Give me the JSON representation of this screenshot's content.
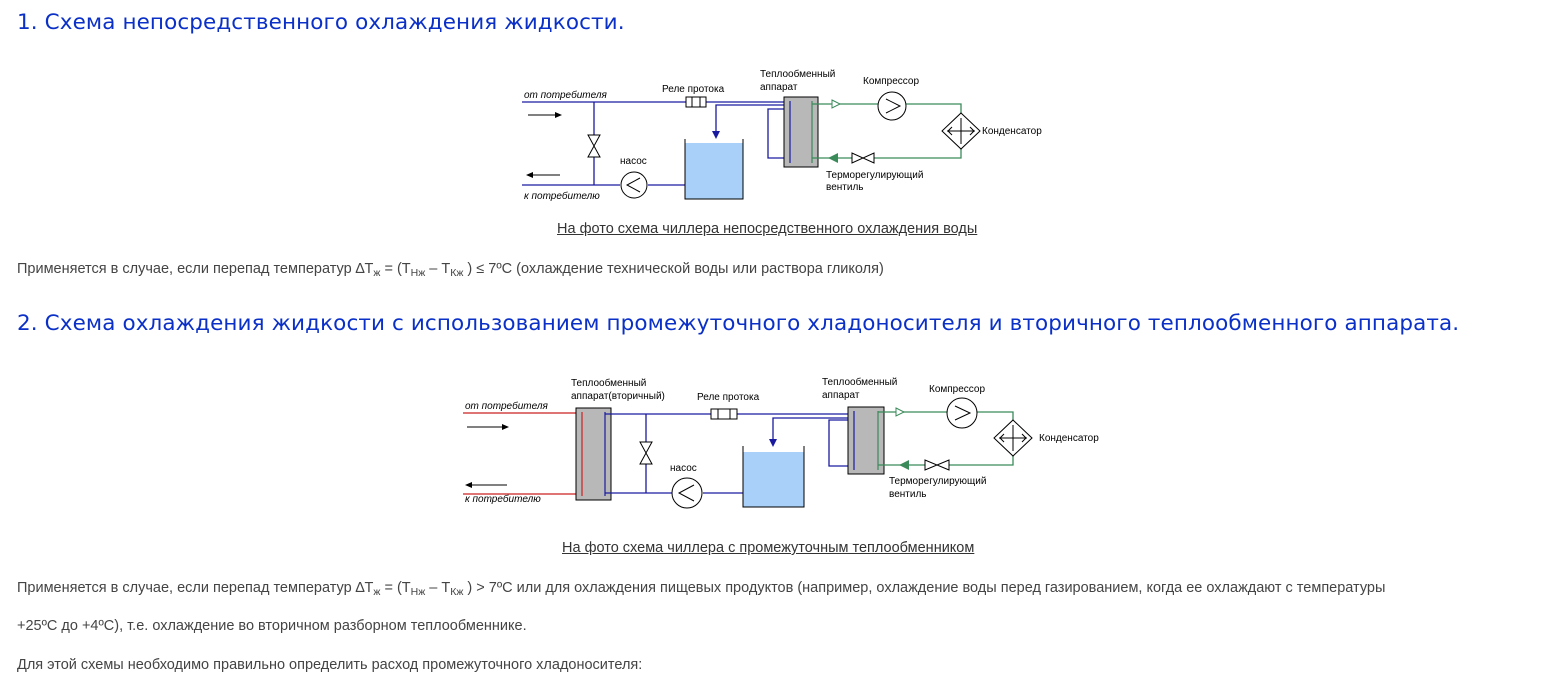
{
  "section1": {
    "heading": "1. Схема непосредственного охлаждения жидкости.",
    "diagram": {
      "from_consumer": "от потребителя",
      "to_consumer": "к потребителю",
      "flow_relay": "Реле протока",
      "exchanger_l1": "Теплообменный",
      "exchanger_l2": "аппарат",
      "compressor": "Компрессор",
      "condenser": "Конденсатор",
      "pump": "насос",
      "valve_l1": "Терморегулирующий",
      "valve_l2": "вентиль"
    },
    "caption": "На фото схема чиллера непосредственного охлаждения воды",
    "text_before": "Применяется в случае, если перепад температур ∆Т",
    "sub_zh": "ж",
    "text_eq": " = (Т",
    "sub_nzh": "Нж",
    "text_minus": " – Т",
    "sub_kzh": "Кж",
    "text_after": " ) ≤ 7ºС (охлаждение технической воды или раствора гликоля)"
  },
  "section2": {
    "heading": "2. Схема охлаждения жидкости с использованием промежуточного хладоносителя и вторичного теплообменного аппарата.",
    "diagram": {
      "from_consumer": "от потребителя",
      "to_consumer": "к потребителю",
      "secondary_l1": "Теплообменный",
      "secondary_l2": "аппарат(вторичный)",
      "flow_relay": "Реле протока",
      "exchanger_l1": "Теплообменный",
      "exchanger_l2": "аппарат",
      "compressor": "Компрессор",
      "condenser": "Конденсатор",
      "pump": "насос",
      "valve_l1": "Терморегулирующий",
      "valve_l2": "вентиль"
    },
    "caption": "На фото схема чиллера с промежуточным теплообменником",
    "text_before": "Применяется в случае, если перепад температур ∆Т",
    "sub_zh": "ж",
    "text_eq": " = (Т",
    "sub_nzh": "Нж",
    "text_minus": " – Т",
    "sub_kzh": "Кж",
    "text_after": " ) > 7ºС или для охлаждения пищевых продуктов (например, охлаждение воды перед газированием, когда ее охлаждают с температуры",
    "text_line2": "+25ºС до +4ºС), т.е. охлаждение во вторичном разборном теплообменнике."
  },
  "final_paragraph": "Для этой схемы необходимо правильно определить расход промежуточного хладоносителя:",
  "colors": {
    "heading": "#0a30c8",
    "water_line": "#1a1aa0",
    "refrigerant_line": "#3a8a5a",
    "hot_line": "#cc2222",
    "tank_fill": "#a8d0f8",
    "exchanger_fill": "#b8b8b8"
  }
}
